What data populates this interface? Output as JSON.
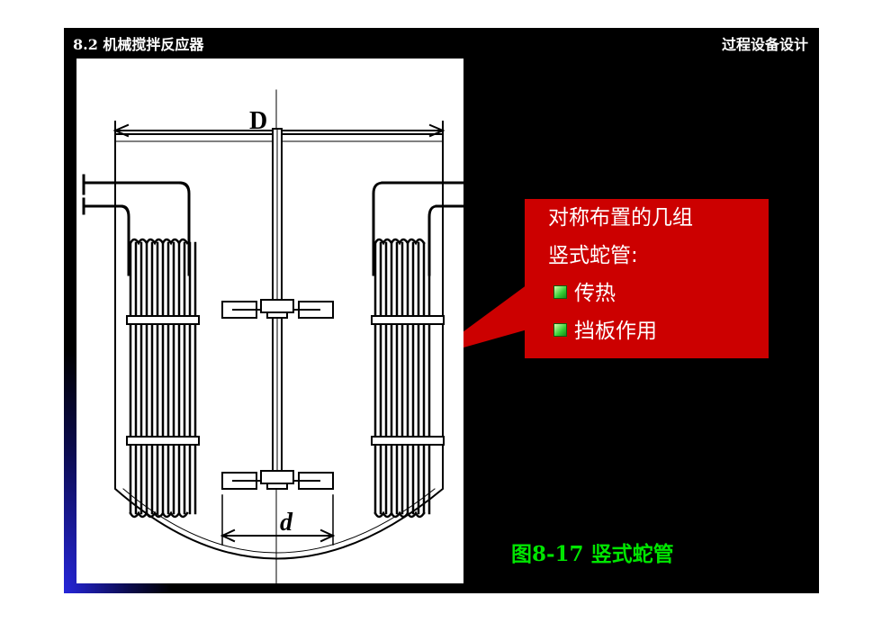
{
  "header": {
    "left_title": "8.2 机械搅拌反应器",
    "right_title": "过程设备设计"
  },
  "diagram": {
    "label_D": "D",
    "label_d": "d"
  },
  "callout": {
    "line1": "对称布置的几组",
    "line2": "竖式蛇管:",
    "bullets": [
      "传热",
      "挡板作用"
    ]
  },
  "caption": "图8-17 竖式蛇管",
  "colors": {
    "background": "#000000",
    "callout": "#cc0000",
    "caption": "#00e600",
    "bullet_icon": "#33cc33"
  },
  "icons": {
    "bullet": "green-square-icon"
  }
}
